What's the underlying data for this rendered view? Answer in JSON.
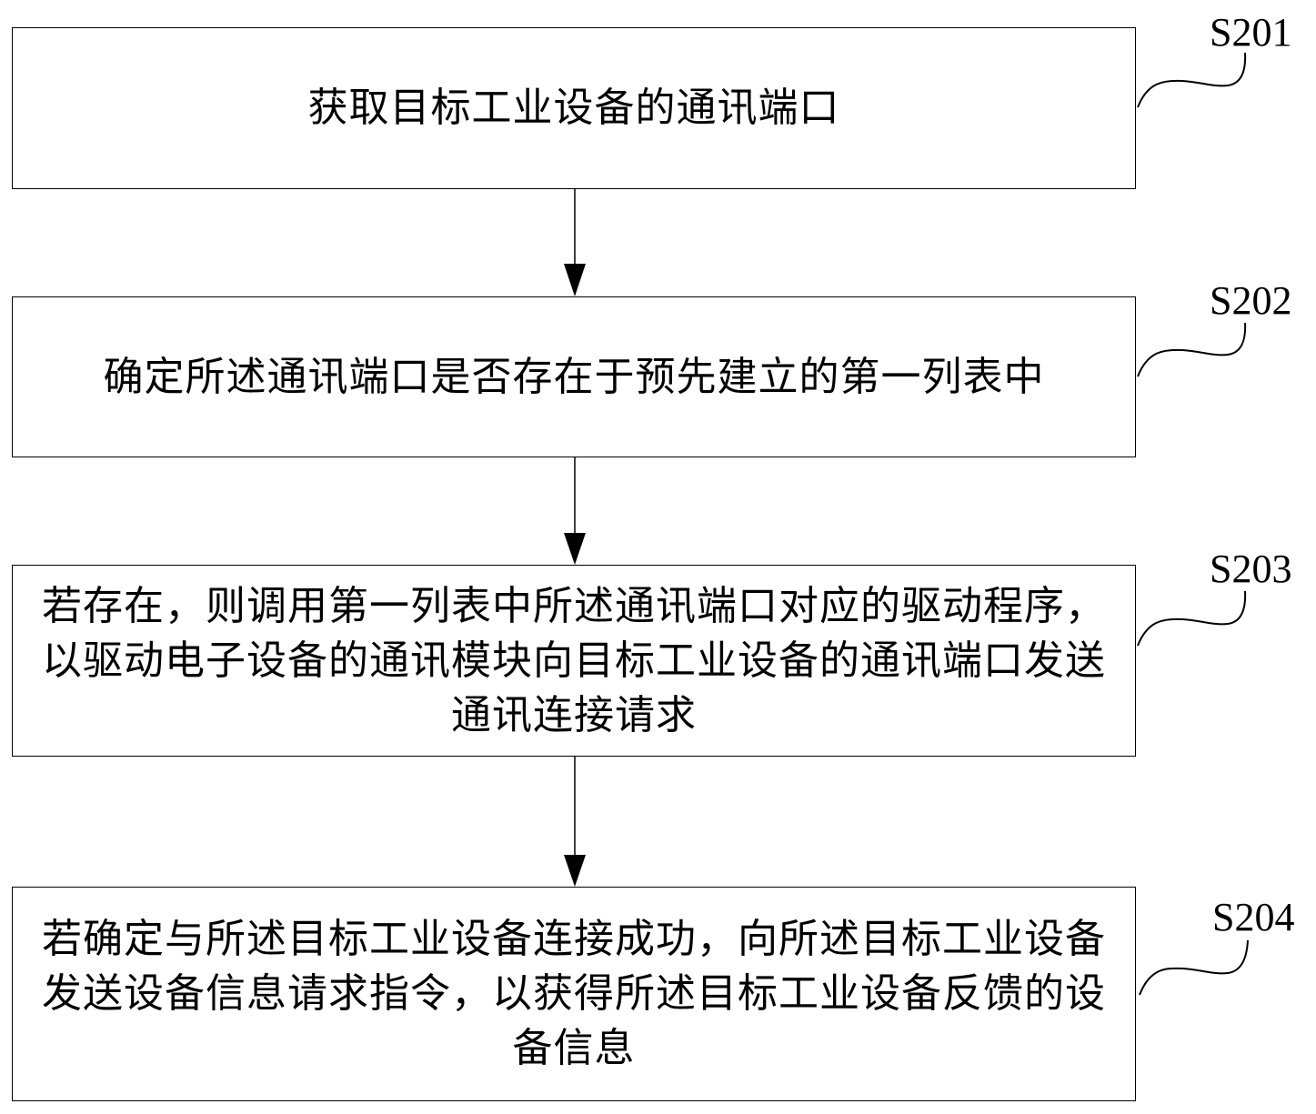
{
  "flowchart": {
    "steps": [
      {
        "id": "S201",
        "text": "获取目标工业设备的通讯端口"
      },
      {
        "id": "S202",
        "text": "确定所述通讯端口是否存在于预先建立的第一列表中"
      },
      {
        "id": "S203",
        "text": "若存在，则调用第一列表中所述通讯端口对应的驱动程序，以驱动电子设备的通讯模块向目标工业设备的通讯端口发送通讯连接请求"
      },
      {
        "id": "S204",
        "text": "若确定与所述目标工业设备连接成功，向所述目标工业设备发送设备信息请求指令，以获得所述目标工业设备反馈的设备信息"
      }
    ],
    "connections": [
      {
        "from": "S201",
        "to": "S202"
      },
      {
        "from": "S202",
        "to": "S203"
      },
      {
        "from": "S203",
        "to": "S204"
      }
    ]
  }
}
